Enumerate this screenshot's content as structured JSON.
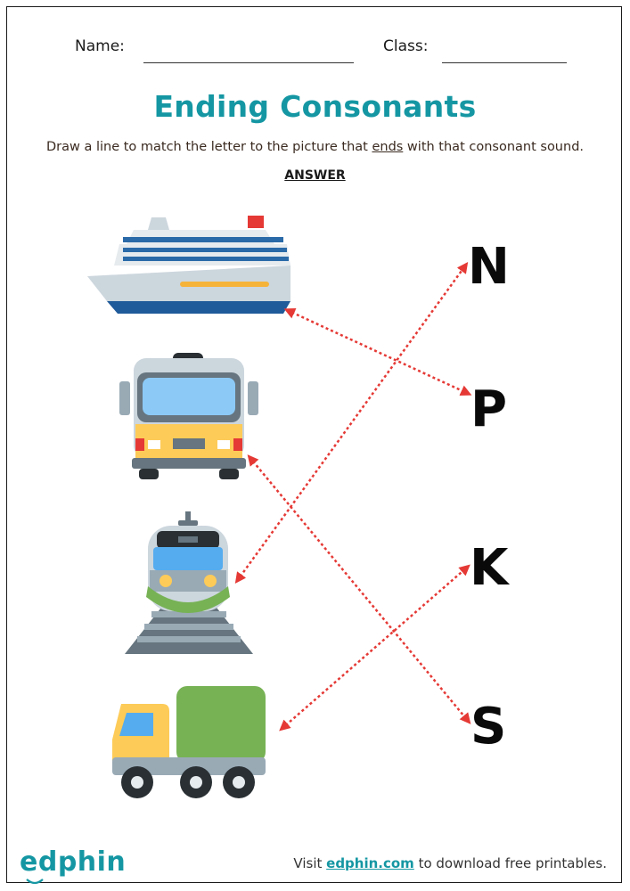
{
  "header": {
    "name_label": "Name:",
    "class_label": "Class:"
  },
  "title": "Ending Consonants",
  "instruction": {
    "before": "Draw a line to match the letter to the picture that ",
    "underlined": "ends",
    "after": " with that consonant sound."
  },
  "answer_label": "ANSWER",
  "pictures": [
    {
      "icon": "ship-icon"
    },
    {
      "icon": "bus-icon"
    },
    {
      "icon": "train-icon"
    },
    {
      "icon": "truck-icon"
    }
  ],
  "letters": [
    "N",
    "P",
    "K",
    "S"
  ],
  "matches": [
    {
      "picture": "ship",
      "letter": "P"
    },
    {
      "picture": "bus",
      "letter": "S"
    },
    {
      "picture": "train",
      "letter": "N"
    },
    {
      "picture": "truck",
      "letter": "K"
    }
  ],
  "colors": {
    "title": "#1597a3",
    "match_line": "#e53935"
  },
  "footer": {
    "logo": "edphin",
    "prefix": "Visit ",
    "link": "edphin.com",
    "suffix": " to download free printables."
  }
}
